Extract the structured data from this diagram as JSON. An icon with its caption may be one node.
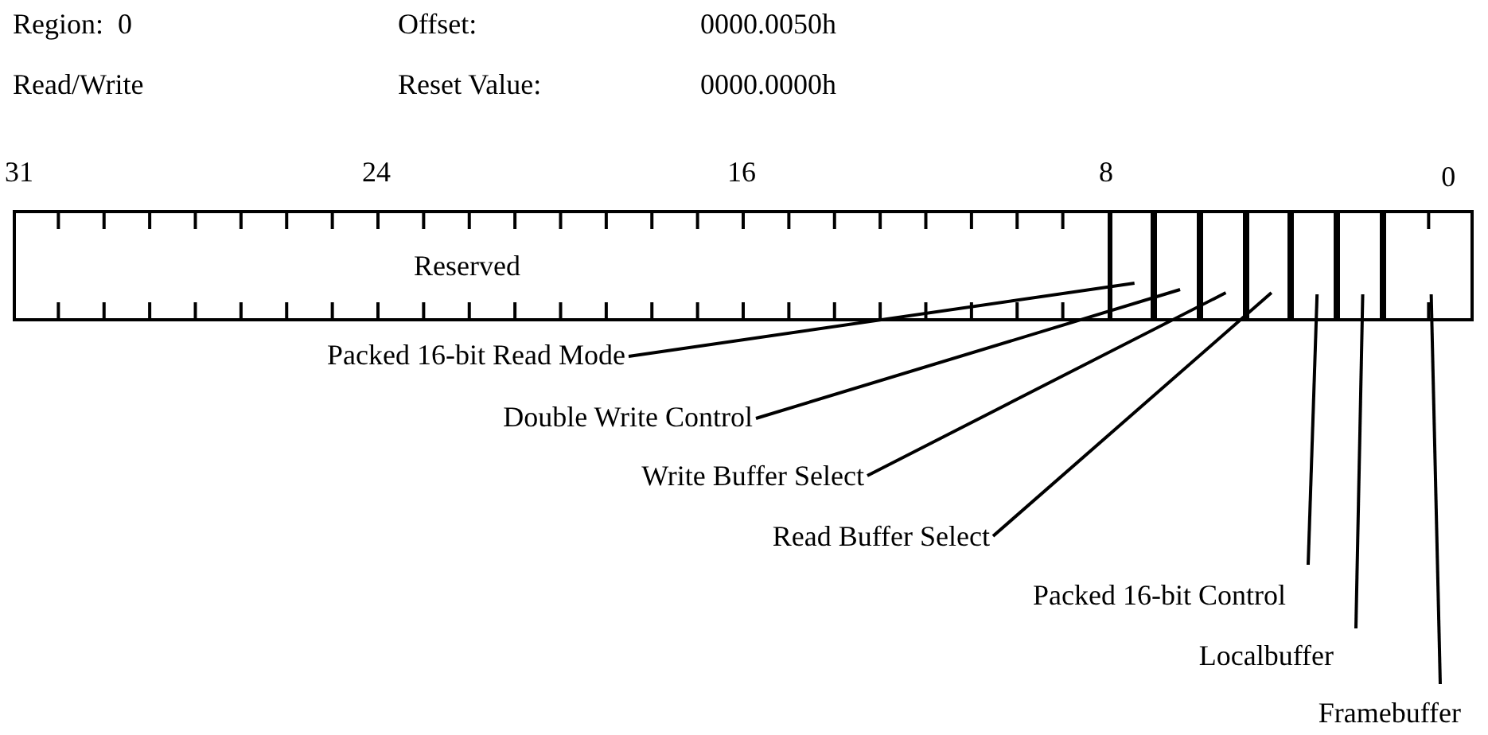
{
  "diagram": {
    "nodes": [
      {
        "text": [
          "Reserved"
        ]
      },
      {
        "text": [],
        "shape": "box"
      },
      {
        "text": [],
        "shape": "box"
      },
      {
        "text": [],
        "shape": "box"
      },
      {
        "text": [],
        "shape": "box"
      },
      {
        "text": [],
        "shape": "box"
      },
      {
        "text": [],
        "shape": "box"
      },
      {
        "text": [],
        "shape": "box"
      },
      {
        "text": [
          "Packed 16-bit Read Mode"
        ]
      },
      {
        "text": [
          "Double Write Control"
        ]
      },
      {
        "text": [
          "Write Buffer Select"
        ]
      },
      {
        "text": [
          "Read Buffer Select"
        ]
      },
      {
        "text": [
          "Packed 16-bit Control"
        ]
      },
      {
        "text": [
          "Localbuffer"
        ]
      },
      {
        "text": [
          "Framebuffer"
        ]
      }
    ],
    "edges": [
      {
        "from": 8,
        "to": 1,
        "arrow": "none"
      },
      {
        "from": 9,
        "to": 2,
        "arrow": "none"
      },
      {
        "from": 10,
        "to": 3,
        "arrow": "none"
      },
      {
        "from": 11,
        "to": 4,
        "arrow": "none"
      },
      {
        "from": 12,
        "to": 5,
        "arrow": "none"
      },
      {
        "from": 13,
        "to": 6,
        "arrow": "none"
      },
      {
        "from": 14,
        "to": 7,
        "arrow": "none"
      }
    ],
    "labels": [
      "Region:  0",
      "Offset:",
      "0000.0050h",
      "Read/Write",
      "Reset Value:",
      "0000.0000h",
      "31",
      "24",
      "16",
      "8",
      "0"
    ]
  }
}
